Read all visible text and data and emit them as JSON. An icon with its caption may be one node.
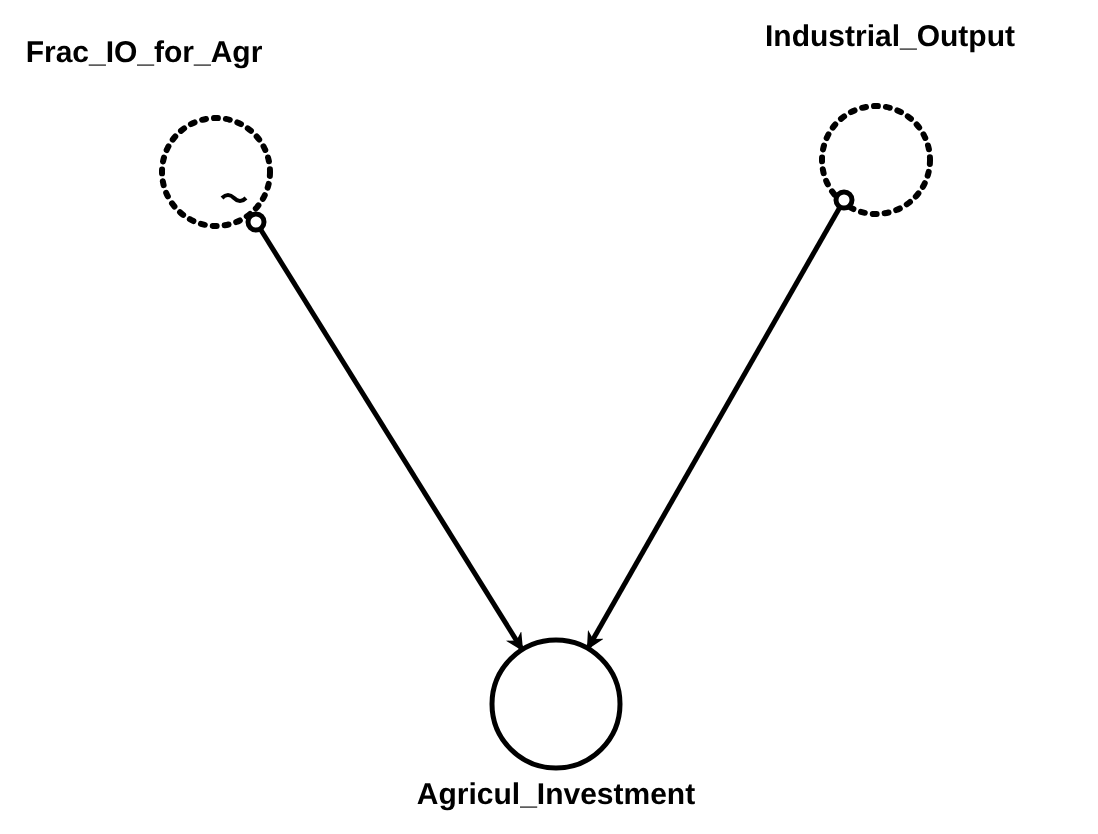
{
  "diagram": {
    "nodes": [
      {
        "text": [
          "Frac_IO_for_Agr"
        ]
      },
      {
        "text": [
          "Industrial_Output"
        ]
      },
      {
        "text": [
          "Agricul_Investment"
        ]
      }
    ],
    "edges": [
      {
        "from": 0,
        "to": 2,
        "arrow": "to"
      },
      {
        "from": 1,
        "to": 2,
        "arrow": "to"
      }
    ]
  }
}
